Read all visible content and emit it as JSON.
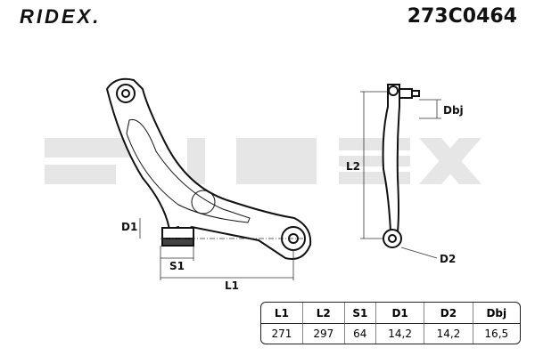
{
  "brand": {
    "logo": "RIDEX.",
    "watermark": "RIDEX"
  },
  "part_number": "273C0464",
  "dimension_labels": {
    "D1": "D1",
    "S1": "S1",
    "L1": "L1",
    "L2": "L2",
    "Dbj": "Dbj",
    "D2": "D2"
  },
  "table": {
    "headers": [
      "L1",
      "L2",
      "S1",
      "D1",
      "D2",
      "Dbj"
    ],
    "values": [
      "271",
      "297",
      "64",
      "14,2",
      "14,2",
      "16,5"
    ]
  }
}
